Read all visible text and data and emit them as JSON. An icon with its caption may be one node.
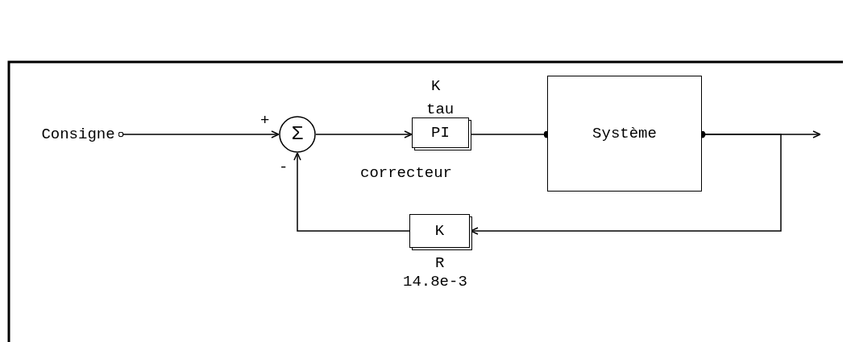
{
  "diagram": {
    "nodes": [
      {
        "text": [
          "Consigne"
        ]
      },
      {
        "text": [
          "Σ"
        ],
        "beside": [
          "+",
          "-"
        ]
      },
      {
        "text": [
          "PI"
        ],
        "beside": [
          "K",
          "tau",
          "correcteur"
        ]
      },
      {
        "text": [
          "Système"
        ]
      },
      {
        "text": [
          "K"
        ],
        "beside": [
          "R",
          "14.8e-3"
        ]
      }
    ],
    "edges": [
      {
        "from": 0,
        "to": 1,
        "arrow": "to"
      },
      {
        "from": 1,
        "to": 2,
        "arrow": "to"
      },
      {
        "from": 2,
        "to": 3,
        "arrow": "other"
      },
      {
        "from": 3,
        "to": null,
        "arrow": "to"
      },
      {
        "from": 3,
        "to": 4,
        "arrow": "to"
      },
      {
        "from": 4,
        "to": 1,
        "arrow": "to"
      }
    ]
  }
}
